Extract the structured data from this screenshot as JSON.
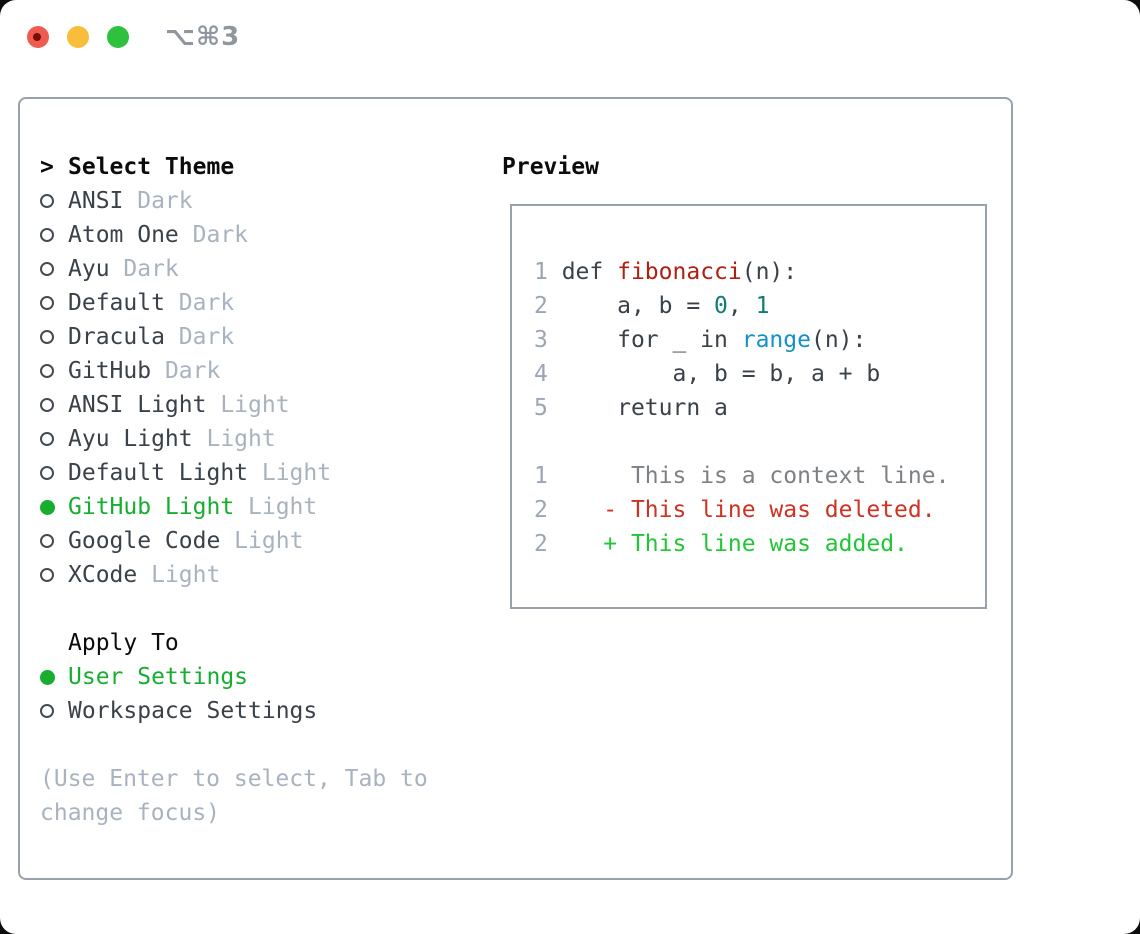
{
  "window": {
    "title": "⌥⌘3",
    "traffic_lights": [
      "close",
      "minimize",
      "zoom"
    ]
  },
  "theme_panel": {
    "header_prompt": ">",
    "header_label": "Select Theme",
    "themes": [
      {
        "name": "ANSI",
        "variant": "Dark",
        "selected": false
      },
      {
        "name": "Atom One",
        "variant": "Dark",
        "selected": false
      },
      {
        "name": "Ayu",
        "variant": "Dark",
        "selected": false
      },
      {
        "name": "Default",
        "variant": "Dark",
        "selected": false
      },
      {
        "name": "Dracula",
        "variant": "Dark",
        "selected": false
      },
      {
        "name": "GitHub",
        "variant": "Dark",
        "selected": false
      },
      {
        "name": "ANSI Light",
        "variant": "Light",
        "selected": false
      },
      {
        "name": "Ayu Light",
        "variant": "Light",
        "selected": false
      },
      {
        "name": "Default Light",
        "variant": "Light",
        "selected": false
      },
      {
        "name": "GitHub Light",
        "variant": "Light",
        "selected": true
      },
      {
        "name": "Google Code",
        "variant": "Light",
        "selected": false
      },
      {
        "name": "XCode",
        "variant": "Light",
        "selected": false
      }
    ],
    "apply_to": {
      "label": "Apply To",
      "options": [
        {
          "label": "User Settings",
          "selected": true
        },
        {
          "label": "Workspace Settings",
          "selected": false
        }
      ]
    },
    "hint": "(Use Enter to select, Tab to\nchange focus)"
  },
  "preview": {
    "label": "Preview",
    "lines": [
      {
        "num": "1",
        "segments": [
          [
            " def ",
            "plain"
          ],
          [
            "fibonacci",
            "func"
          ],
          [
            "(n):",
            "plain"
          ]
        ]
      },
      {
        "num": "2",
        "segments": [
          [
            "     a, b = ",
            "plain"
          ],
          [
            "0",
            "num"
          ],
          [
            ", ",
            "plain"
          ],
          [
            "1",
            "num"
          ]
        ]
      },
      {
        "num": "3",
        "segments": [
          [
            "     for _ in ",
            "plain"
          ],
          [
            "range",
            "builtin"
          ],
          [
            "(n):",
            "plain"
          ]
        ]
      },
      {
        "num": "4",
        "segments": [
          [
            "         a, b = b, a + b",
            "plain"
          ]
        ]
      },
      {
        "num": "5",
        "segments": [
          [
            "     return a",
            "plain"
          ]
        ]
      },
      {
        "blank": true
      },
      {
        "num": "1",
        "segments": [
          [
            "      This is a context line.",
            "context"
          ]
        ]
      },
      {
        "num": "2",
        "segments": [
          [
            "    - This line was deleted.",
            "deleted"
          ]
        ]
      },
      {
        "num": "2",
        "segments": [
          [
            "    + This line was added.",
            "added"
          ]
        ]
      }
    ]
  },
  "colors": {
    "selection_green": "#17ad31",
    "added_green": "#21c637",
    "deleted_red": "#cd3223",
    "function_red": "#b01f12",
    "number_teal": "#0d7e72",
    "builtin_blue": "#1690c9",
    "muted_gray": "#a9b2bf",
    "border_gray": "#99a1ad",
    "traffic_red": "#f05b51",
    "traffic_yellow": "#f7bd3b",
    "traffic_green": "#2ec13e"
  }
}
